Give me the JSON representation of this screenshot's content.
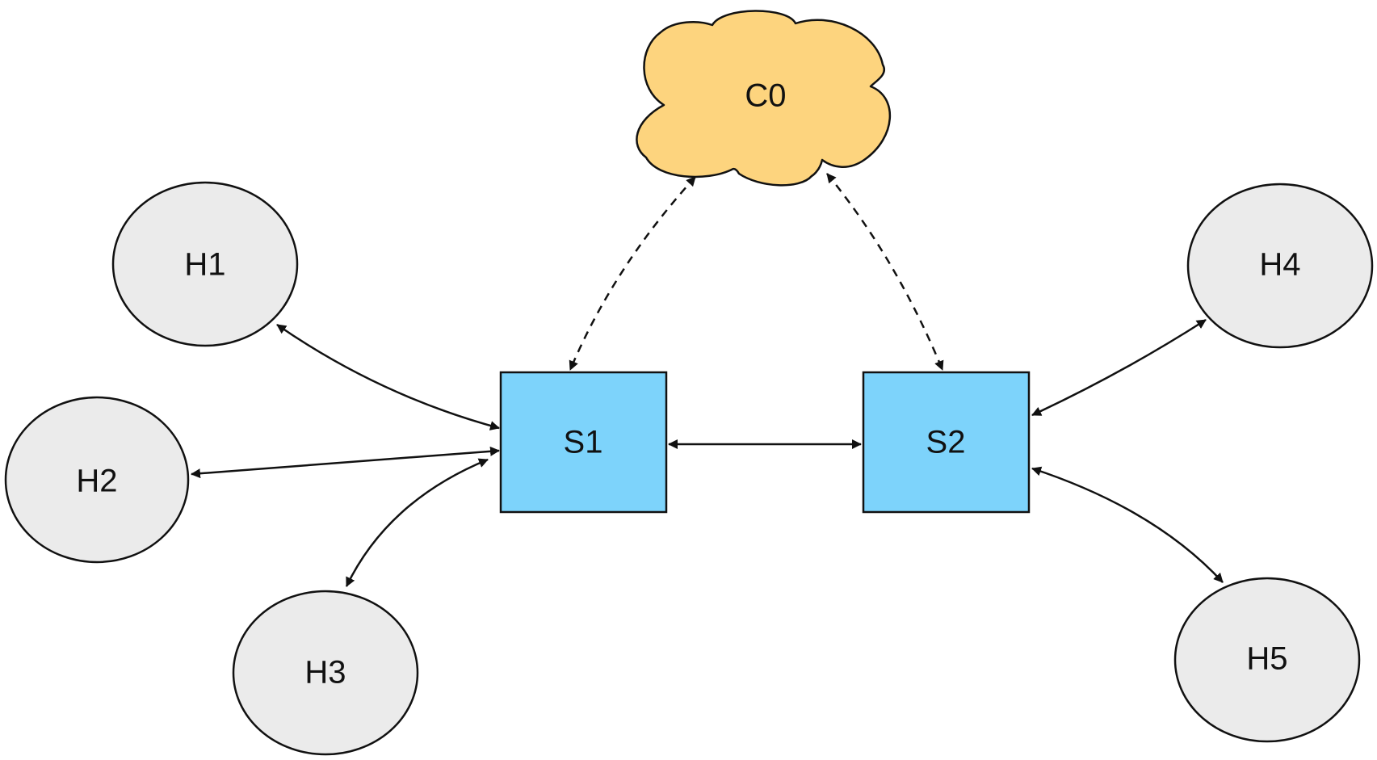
{
  "nodes": {
    "controller": {
      "label": "C0"
    },
    "switches": [
      {
        "id": "s1",
        "label": "S1"
      },
      {
        "id": "s2",
        "label": "S2"
      }
    ],
    "hosts": [
      {
        "id": "h1",
        "label": "H1"
      },
      {
        "id": "h2",
        "label": "H2"
      },
      {
        "id": "h3",
        "label": "H3"
      },
      {
        "id": "h4",
        "label": "H4"
      },
      {
        "id": "h5",
        "label": "H5"
      }
    ]
  },
  "links": [
    {
      "from": "C0",
      "to": "S1",
      "style": "dashed",
      "direction": "both"
    },
    {
      "from": "C0",
      "to": "S2",
      "style": "dashed",
      "direction": "both"
    },
    {
      "from": "S1",
      "to": "S2",
      "style": "solid",
      "direction": "both"
    },
    {
      "from": "H1",
      "to": "S1",
      "style": "solid",
      "direction": "both"
    },
    {
      "from": "H2",
      "to": "S1",
      "style": "solid",
      "direction": "both"
    },
    {
      "from": "H3",
      "to": "S1",
      "style": "solid",
      "direction": "both"
    },
    {
      "from": "H4",
      "to": "S2",
      "style": "solid",
      "direction": "both"
    },
    {
      "from": "H5",
      "to": "S2",
      "style": "solid",
      "direction": "both"
    }
  ],
  "colors": {
    "host_fill": "#ebebeb",
    "switch_fill": "#7dd3fb",
    "controller_fill": "#fdd47e",
    "stroke": "#111111"
  }
}
